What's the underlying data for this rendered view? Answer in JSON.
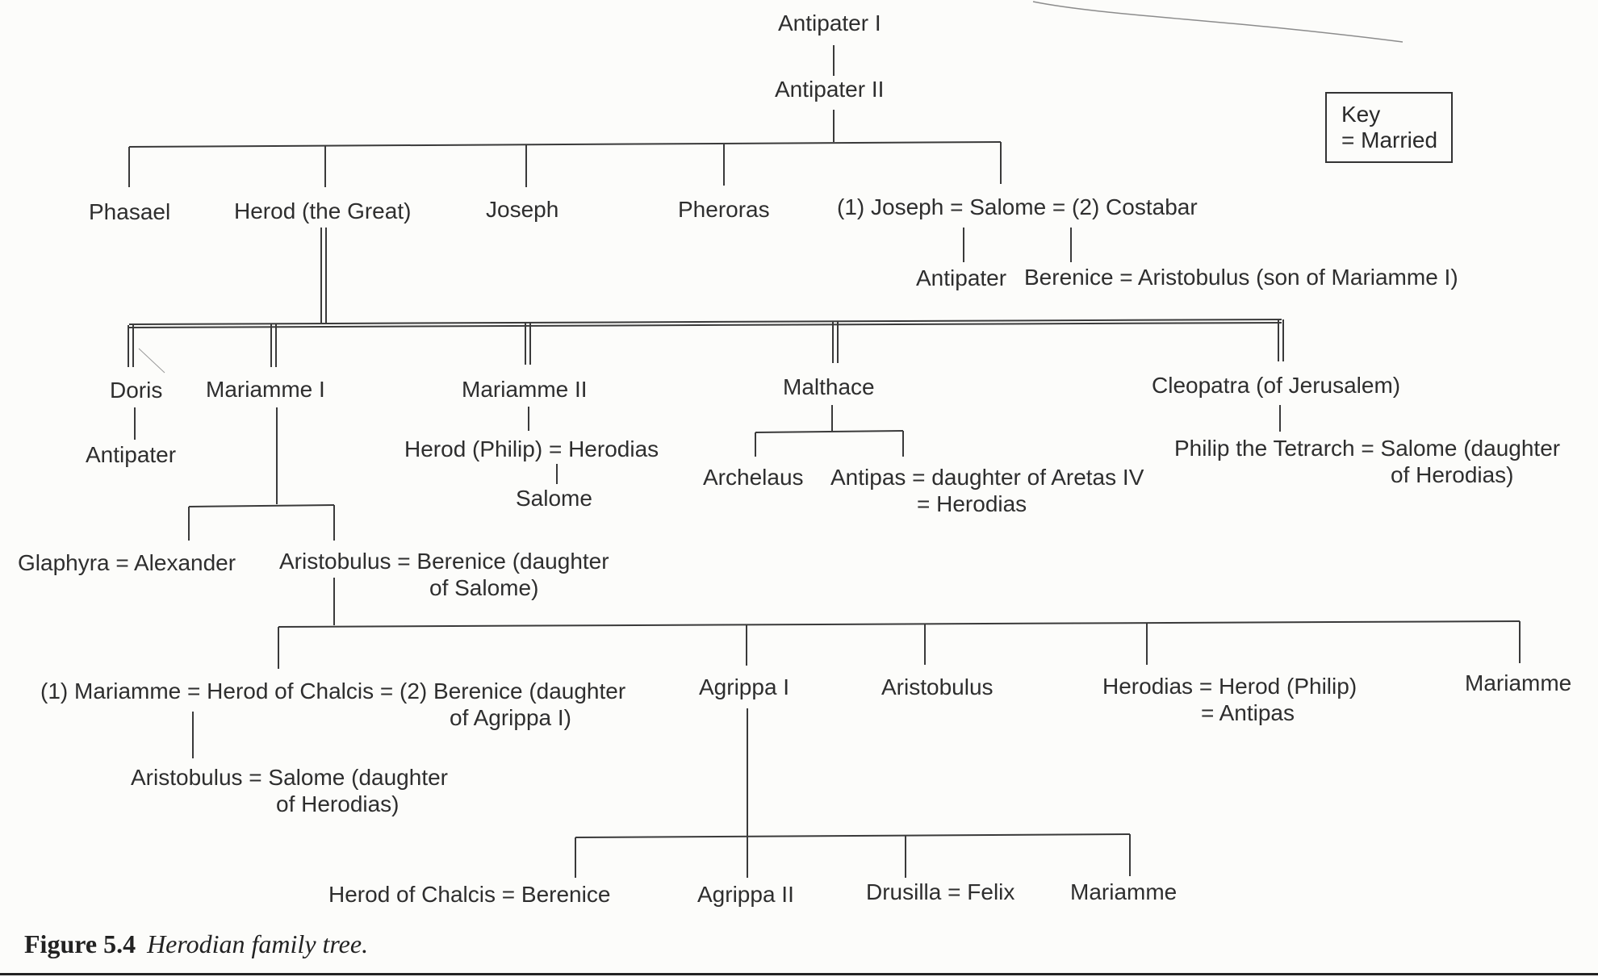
{
  "key": {
    "title": "Key",
    "married": "= Married"
  },
  "caption": {
    "number": "Figure 5.4",
    "title": "Herodian family tree."
  },
  "nodes": [
    {
      "id": "antipater-i",
      "text": "Antipater I"
    },
    {
      "id": "antipater-ii",
      "text": "Antipater II"
    },
    {
      "id": "phasael",
      "text": "Phasael"
    },
    {
      "id": "herod-the-great",
      "text": "Herod (the Great)"
    },
    {
      "id": "joseph",
      "text": "Joseph"
    },
    {
      "id": "pheroras",
      "text": "Pheroras"
    },
    {
      "id": "salome-marriages",
      "text": "(1) Joseph  = Salome = (2) Costabar"
    },
    {
      "id": "antipater-son-of-salome",
      "text": "Antipater"
    },
    {
      "id": "berenice-aristobulus",
      "text": "Berenice = Aristobulus (son of Mariamme I)"
    },
    {
      "id": "doris",
      "text": "Doris"
    },
    {
      "id": "antipater-son-of-doris",
      "text": "Antipater"
    },
    {
      "id": "mariamme-i",
      "text": "Mariamme I"
    },
    {
      "id": "mariamme-ii",
      "text": "Mariamme II"
    },
    {
      "id": "herod-philip-herodias",
      "text": "Herod (Philip) = Herodias"
    },
    {
      "id": "salome-daughter",
      "text": "Salome"
    },
    {
      "id": "malthace",
      "text": "Malthace"
    },
    {
      "id": "archelaus",
      "text": "Archelaus"
    },
    {
      "id": "antipas-marriages",
      "text": "Antipas = daughter of Aretas IV",
      "text2": "= Herodias"
    },
    {
      "id": "cleopatra",
      "text": "Cleopatra (of Jerusalem)"
    },
    {
      "id": "philip-tetrarch",
      "text": "Philip the Tetrarch = Salome (daughter",
      "text2": "of Herodias)"
    },
    {
      "id": "glaphyra-alexander",
      "text": "Glaphyra = Alexander"
    },
    {
      "id": "aristobulus-berenice",
      "text": "Aristobulus = Berenice (daughter",
      "text2": "of Salome)"
    },
    {
      "id": "herod-of-chalcis-marriages",
      "text": "(1) Mariamme = Herod of Chalcis = (2) Berenice (daughter",
      "text2": "of Agrippa I)"
    },
    {
      "id": "agrippa-i",
      "text": "Agrippa I"
    },
    {
      "id": "aristobulus-son-of-aristobulus",
      "text": "Aristobulus"
    },
    {
      "id": "herodias-marriages",
      "text": "Herodias = Herod (Philip)",
      "text2": "= Antipas"
    },
    {
      "id": "mariamme-daughter-of-aristobulus",
      "text": "Mariamme"
    },
    {
      "id": "aristobulus-salome",
      "text": "Aristobulus = Salome (daughter",
      "text2": "of Herodias)"
    },
    {
      "id": "herod-of-chalcis-berenice",
      "text": "Herod of Chalcis = Berenice"
    },
    {
      "id": "agrippa-ii",
      "text": "Agrippa II"
    },
    {
      "id": "drusilla-felix",
      "text": "Drusilla = Felix"
    },
    {
      "id": "mariamme-daughter-of-agrippa",
      "text": "Mariamme"
    }
  ]
}
